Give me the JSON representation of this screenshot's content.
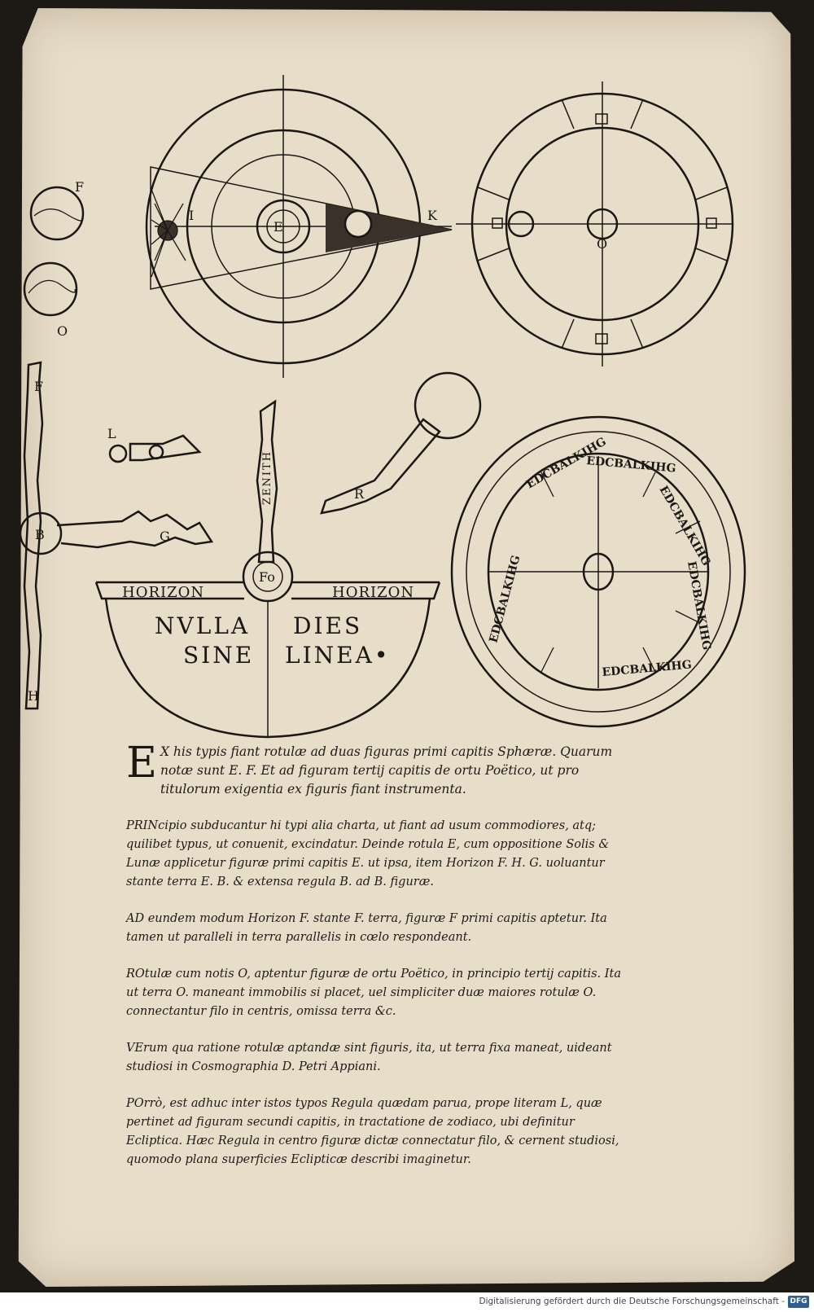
{
  "diagram": {
    "labels": {
      "E": "E",
      "I": "I",
      "K": "K",
      "O": "O",
      "F": "F",
      "G": "G",
      "B": "B",
      "H": "H",
      "L": "L",
      "R": "R",
      "Fo": "Fo",
      "zenith": "ZENITH"
    },
    "horizon_left": "HORIZON",
    "horizon_right": "HORIZON",
    "motto_line1_left": "NVLLA",
    "motto_line1_right": "DIES",
    "motto_line2_left": "SINE",
    "motto_line2_right": "LINEA•",
    "ring_letters": "EDCBALKIHG"
  },
  "text": {
    "p1_dropcap": "E",
    "p1": "X his typis fiant rotulæ ad duas figuras primi capitis Sphæræ. Quarum notæ sunt E. F. Et ad figuram tertij capitis de ortu Poëtico, ut pro titulorum exigentia ex figuris fiant instrumenta.",
    "p2": "PRINcipio subducantur hi typi alia charta, ut fiant ad usum commodiores, atq; quilibet typus, ut conuenit, excindatur. Deinde rotula E, cum oppositione Solis & Lunæ applicetur figuræ primi capitis E. ut ipsa, item Horizon F. H. G. uoluantur stante terra E. B. & extensa regula B. ad B. figuræ.",
    "p3": "AD eundem modum Horizon F. stante F. terra, figuræ F primi capitis aptetur. Ita tamen ut paralleli in terra parallelis in cœlo respondeant.",
    "p4": "ROtulæ cum notis O, aptentur figuræ de ortu Poëtico, in principio tertij capitis. Ita ut terra O. maneant immobilis si placet, uel simpliciter duæ maiores rotulæ O. connectantur filo in centris, omissa terra &c.",
    "p5": "VErum qua ratione rotulæ aptandæ sint figuris, ita, ut terra fixa maneat, uideant studiosi in Cosmographia D. Petri Appiani.",
    "p6": "POrrò, est adhuc inter istos typos Regula quædam parua, prope literam L, quæ pertinet ad figuram secundi capitis, in tractatione de zodiaco, ubi definitur Ecliptica. Hæc Regula in centro figuræ dictæ connectatur filo, & cernent studiosi, quomodo plana superficies Eclipticæ describi imaginetur."
  },
  "footer": {
    "credit": "Digitalisierung gefördert durch die Deutsche Forschungsgemeinschaft -",
    "logo": "DFG"
  }
}
